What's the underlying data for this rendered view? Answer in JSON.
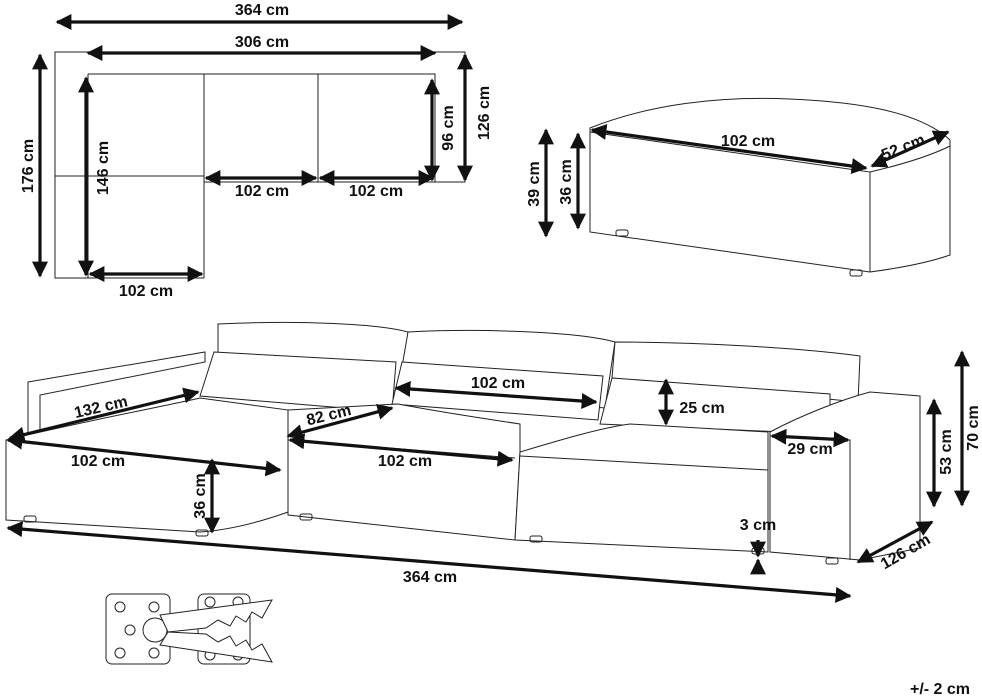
{
  "plan": {
    "total_width": "364 cm",
    "seat_width": "306 cm",
    "depth_total": "176 cm",
    "depth_chaise": "146 cm",
    "depth_back": "126 cm",
    "depth_seat": "96 cm",
    "module_1": "102 cm",
    "module_2": "102 cm",
    "chaise_width": "102 cm"
  },
  "ottoman": {
    "width": "102 cm",
    "depth": "52 cm",
    "height_total": "39 cm",
    "height_seat": "36 cm"
  },
  "sofa": {
    "chaise_length": "132 cm",
    "chaise_width": "102 cm",
    "seat_depth": "82 cm",
    "middle_width": "102 cm",
    "back_width": "102 cm",
    "cushion_height": "25 cm",
    "armrest_width": "29 cm",
    "seat_height": "36 cm",
    "arm_height": "53 cm",
    "total_height": "70 cm",
    "leg_height": "3 cm",
    "total_depth": "126 cm",
    "total_width": "364 cm"
  },
  "tolerance": "+/- 2 cm"
}
